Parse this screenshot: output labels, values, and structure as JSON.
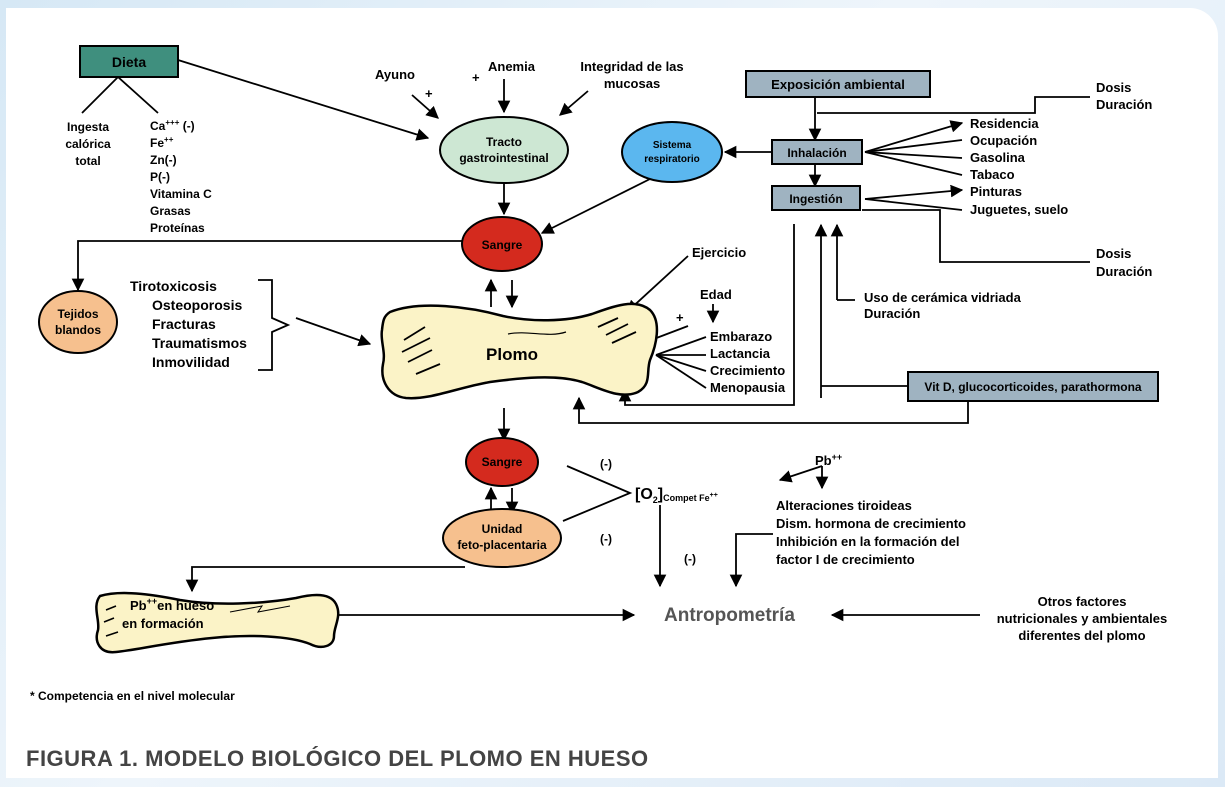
{
  "nodes": {
    "dieta": "Dieta",
    "exposicion": "Exposición ambiental",
    "inhalacion": "Inhalación",
    "ingestion": "Ingestión",
    "vitd": "Vit D, glucocorticoides, parathormona",
    "tracto": [
      "Tracto",
      "gastrointestinal"
    ],
    "sistema": [
      "Sistema",
      "respiratorio"
    ],
    "sangre1": "Sangre",
    "sangre2": "Sangre",
    "tejidos": [
      "Tejidos",
      "blandos"
    ],
    "unidad": [
      "Unidad",
      "feto-placentaria"
    ],
    "plomo": "Plomo",
    "pb_hueso": [
      "Pb",
      "++",
      "en hueso",
      "en formación"
    ],
    "antropometria": "Antropometría"
  },
  "labels": {
    "ayuno": "Ayuno",
    "anemia": "Anemia",
    "integridad": [
      "Integridad de las",
      "mucosas"
    ],
    "ingesta": [
      "Ingesta",
      "calórica",
      "total"
    ],
    "nutrients": [
      "Ca",
      "+++",
      " (-)",
      "Fe",
      "++",
      "Zn(-)",
      "P(-)",
      "Vitamina C",
      "Grasas",
      "Proteínas"
    ],
    "dosis1": [
      "Dosis",
      "Duración"
    ],
    "dosis2": [
      "Dosis",
      "Duración"
    ],
    "sources_inh": [
      "Residencia",
      "Ocupación",
      "Gasolina",
      "Tabaco"
    ],
    "sources_ing": [
      "Pinturas",
      "Juguetes, suelo"
    ],
    "ceramica": [
      "Uso de cerámica vidriada",
      "Duración"
    ],
    "conditions": [
      "Tirotoxicosis",
      "Osteoporosis",
      "Fracturas",
      "Traumatismos",
      "Inmovilidad"
    ],
    "ejercicio": "Ejercicio",
    "edad": "Edad",
    "states": [
      "Embarazo",
      "Lactancia",
      "Crecimiento",
      "Menopausia"
    ],
    "plus": "+",
    "neg": "(-)",
    "o2": [
      "[O",
      "2",
      "]",
      "Compet Fe",
      "++"
    ],
    "pbpp": [
      "Pb",
      "++"
    ],
    "effects": [
      "Alteraciones tiroideas",
      "Dism. hormona de crecimiento",
      "Inhibición en la formación del",
      "factor I de crecimiento"
    ],
    "otros": [
      "Otros factores",
      "nutricionales y ambientales",
      "diferentes del plomo"
    ]
  },
  "footnote": "* Competencia en el nivel molecular",
  "caption": "FIGURA 1. MODELO BIOLÓGICO DEL PLOMO EN HUESO",
  "colors": {
    "teal": "#3f8f7e",
    "slate": "#9fb3c1",
    "green": "#cde7d3",
    "blue": "#5bb7ef",
    "red": "#d42a1e",
    "orange": "#f6c08e",
    "bone": "#fbf3c7",
    "caption": "#444444"
  }
}
